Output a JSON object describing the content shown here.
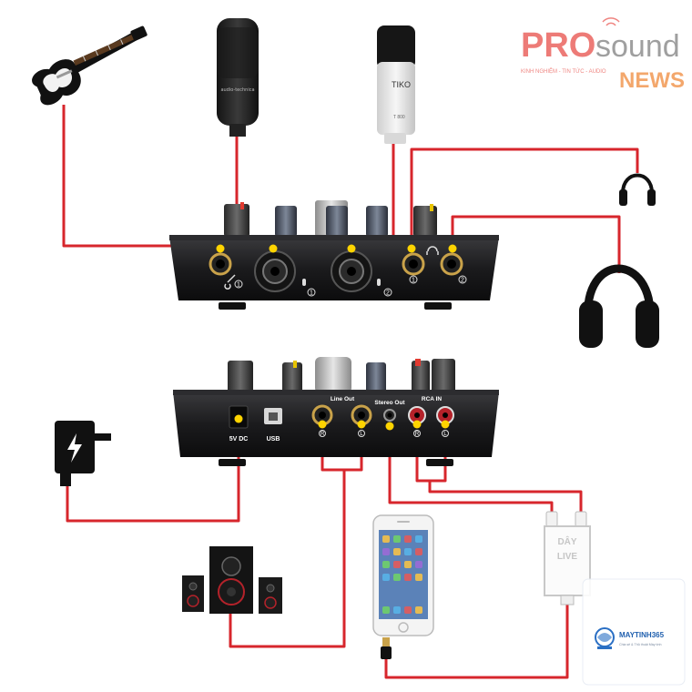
{
  "brand": {
    "pro": "PRO",
    "sound": "sound",
    "news": "NEWS",
    "tagline": "KINH NGHIỆM - TIN TỨC - AUDIO"
  },
  "mic2_label": "TIKO",
  "mic2_model": "T 800",
  "front_panel": {
    "jack_numbers": [
      "1",
      "1",
      "2",
      "1",
      "2"
    ]
  },
  "rear_panel": {
    "power_label": "5V DC",
    "usb_label": "USB",
    "line_out_label": "Line Out",
    "stereo_out_label": "Stereo Out",
    "rca_in_label": "RCA IN",
    "channel_marks": [
      "R",
      "L",
      "R",
      "L"
    ]
  },
  "cable_box": {
    "line1": "DÂY",
    "line2": "LIVE"
  },
  "watermark": {
    "name": "MAYTINH365",
    "tagline": "Chia sẻ & Thủ thuật Máy tính"
  },
  "colors": {
    "cable": "#d7262c",
    "connector": "#ffd400",
    "device": "#1c1c1e",
    "brand_red": "#e23a30"
  },
  "icons": [
    "guitar-icon",
    "microphone-icon",
    "headphones-icon",
    "power-adapter-icon",
    "speaker-icon",
    "smartphone-icon",
    "aux-plug-icon"
  ]
}
